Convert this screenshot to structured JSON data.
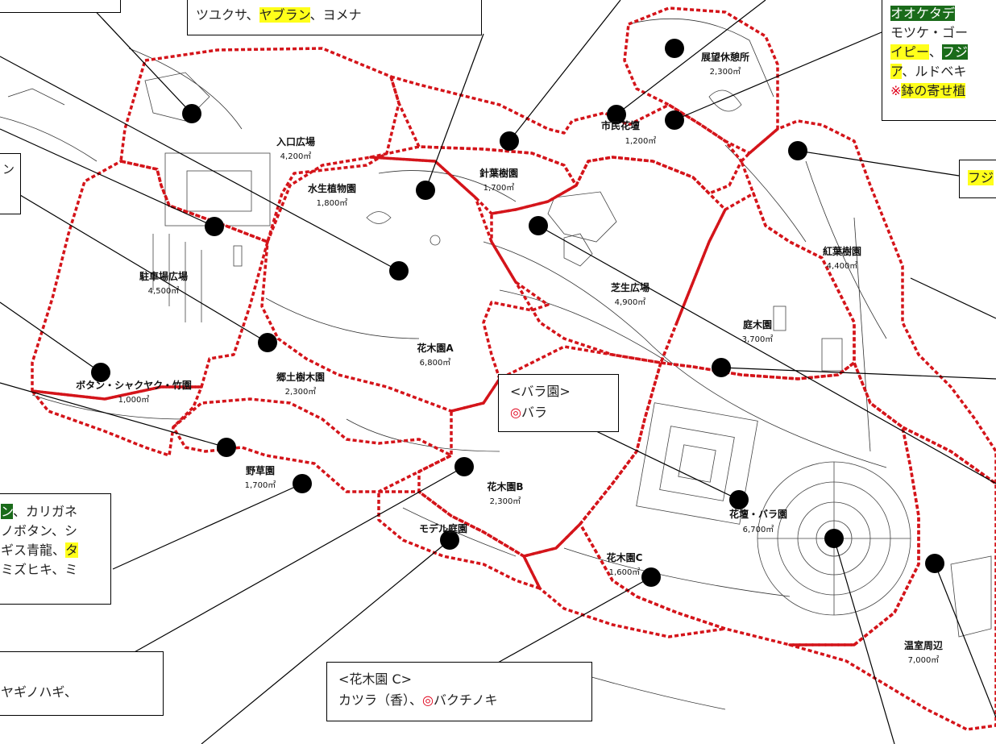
{
  "areas": [
    {
      "name": "入口広場",
      "size": "4,200㎡"
    },
    {
      "name": "水生植物園",
      "size": "1,800㎡"
    },
    {
      "name": "針葉樹園",
      "size": "1,700㎡"
    },
    {
      "name": "展望休憩所",
      "size": "2,300㎡"
    },
    {
      "name": "市民花壇",
      "size": "1,200㎡"
    },
    {
      "name": "紅葉樹園",
      "size": "4,400㎡"
    },
    {
      "name": "駐車場広場",
      "size": "4,500㎡"
    },
    {
      "name": "芝生広場",
      "size": "4,900㎡"
    },
    {
      "name": "庭木園",
      "size": "3,700㎡"
    },
    {
      "name": "花木園A",
      "size": "6,800㎡"
    },
    {
      "name": "郷土樹木園",
      "size": "2,300㎡"
    },
    {
      "name": "ボタン・シャクヤク・竹園",
      "size": "1,000㎡"
    },
    {
      "name": "野草園",
      "size": "1,700㎡"
    },
    {
      "name": "花木園B",
      "size": "2,300㎡"
    },
    {
      "name": "モデル庭園",
      "size": ""
    },
    {
      "name": "花壇・バラ園",
      "size": "6,700㎡"
    },
    {
      "name": "花木園C",
      "size": "1,600㎡"
    },
    {
      "name": "温室周辺",
      "size": "7,000㎡"
    }
  ],
  "callouts": {
    "top_center": {
      "p1": "ツユクサ、",
      "h1": "ヤブラン",
      "p2": "、ヨメナ"
    },
    "top_right": {
      "l1_hl": "オオケタデ",
      "l2": "モツケ・ゴー",
      "l3_h1": "イピー",
      "l3_p": "、",
      "l3_h2": "フジ",
      "l4_h": "ア",
      "l4_p": "、ルドベキ",
      "l5_mark": "※",
      "l5_h": "鉢の寄せ植"
    },
    "right_edge": {
      "hl": "フジ"
    },
    "left_mid": {
      "t1": "ン"
    },
    "rose": {
      "title": "<バラ園>",
      "mark": "◎",
      "name": "バラ"
    },
    "bottom_left": {
      "l1_hl": "ン",
      "l1_p": "、カリガネ",
      "l2": "ノボタン、シ",
      "l3_p": "ギス青龍、",
      "l3_h": "タ",
      "l4": "ミズヒキ、ミ"
    },
    "bottom_far_left": {
      "text": "ヤギノハギ、"
    },
    "garden_c": {
      "title": "<花木園 C>",
      "p": "カツラ（香）、",
      "mark": "◎",
      "name": "バクチノキ"
    }
  },
  "colors": {
    "boundary": "#d4141a",
    "dot": "#000000",
    "highlight_yellow": "#ffff1a",
    "highlight_green": "#1a6b1a",
    "mark_red": "#e0001a"
  }
}
